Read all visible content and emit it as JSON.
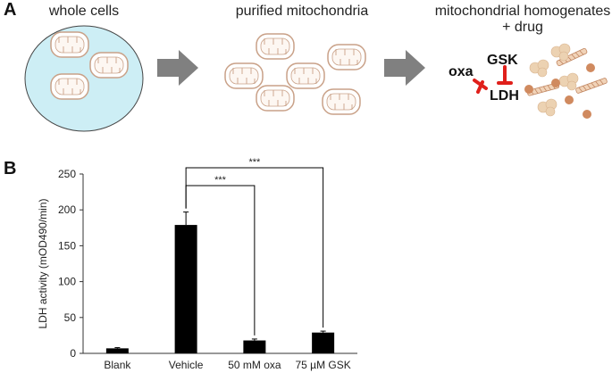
{
  "panel_a": {
    "letter": "A",
    "step1": "whole cells",
    "step2": "purified mitochondria",
    "step3_line1": "mitochondrial homogenates",
    "step3_line2": "+ drug",
    "inhib_oxa": "oxa",
    "inhib_gsk": "GSK",
    "target": "LDH",
    "colors": {
      "cell_fill": "#cdeef5",
      "mito_stroke": "#c9a188",
      "arrow": "#808080",
      "inhibitor": "#e0201b",
      "debris_brown": "#d08a5f",
      "debris_tan": "#ecd2b2"
    }
  },
  "panel_b": {
    "letter": "B"
  },
  "chart_data": {
    "type": "bar",
    "categories": [
      "Blank",
      "Vehicle",
      "50 mM oxa",
      "75 µM GSK"
    ],
    "values": [
      7,
      179,
      18,
      29
    ],
    "errors": [
      1,
      18,
      2,
      2
    ],
    "ylabel": "LDH activity (mOD490/min)",
    "xlabel": "",
    "ylim": [
      0,
      250
    ],
    "yticks": [
      0,
      50,
      100,
      150,
      200,
      250
    ],
    "bar_color": "#000000",
    "significance": [
      {
        "from": "Vehicle",
        "to": "50 mM oxa",
        "label": "***"
      },
      {
        "from": "Vehicle",
        "to": "75 µM GSK",
        "label": "***"
      }
    ]
  }
}
